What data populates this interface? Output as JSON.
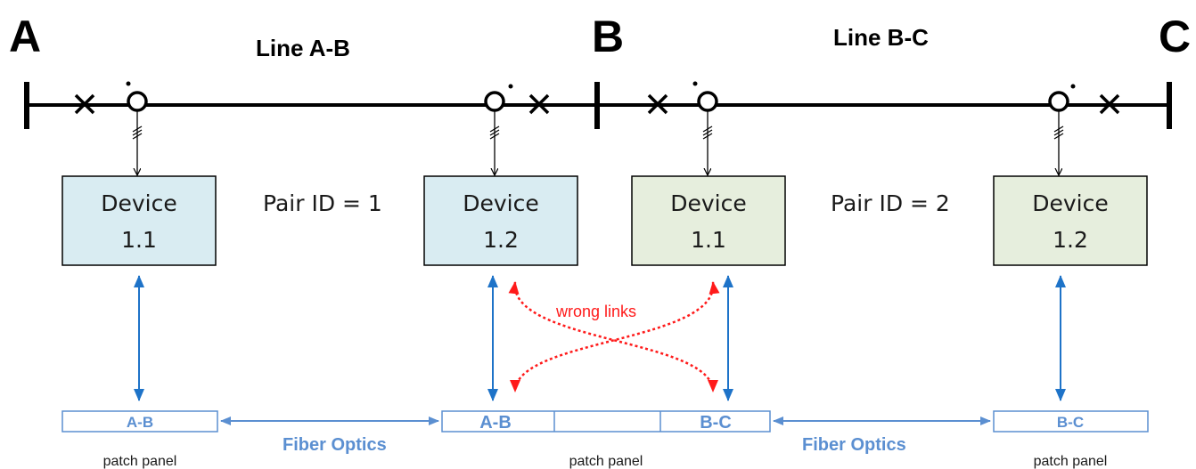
{
  "buses": {
    "a": "A",
    "b": "B",
    "c": "C"
  },
  "lines": {
    "ab": "Line A-B",
    "bc": "Line B-C"
  },
  "devices": [
    {
      "name": "Device",
      "id": "1.1"
    },
    {
      "name": "Device",
      "id": "1.2"
    },
    {
      "name": "Device",
      "id": "1.1"
    },
    {
      "name": "Device",
      "id": "1.2"
    }
  ],
  "pairs": {
    "pair1": "Pair ID = 1",
    "pair2": "Pair ID = 2"
  },
  "patch_panels": {
    "left": "A-B",
    "middle_left": "A-B",
    "middle_right": "B-C",
    "right": "B-C",
    "caption": "patch panel"
  },
  "fiber_optics": "Fiber Optics",
  "wrong_links": "wrong links",
  "colors": {
    "device_pair1_fill": "#d9ecf2",
    "device_pair2_fill": "#e6eedd",
    "link_blue": "#1e73c8",
    "panel_blue": "#5b8fd1",
    "wrong_red": "#ff1a1a"
  }
}
